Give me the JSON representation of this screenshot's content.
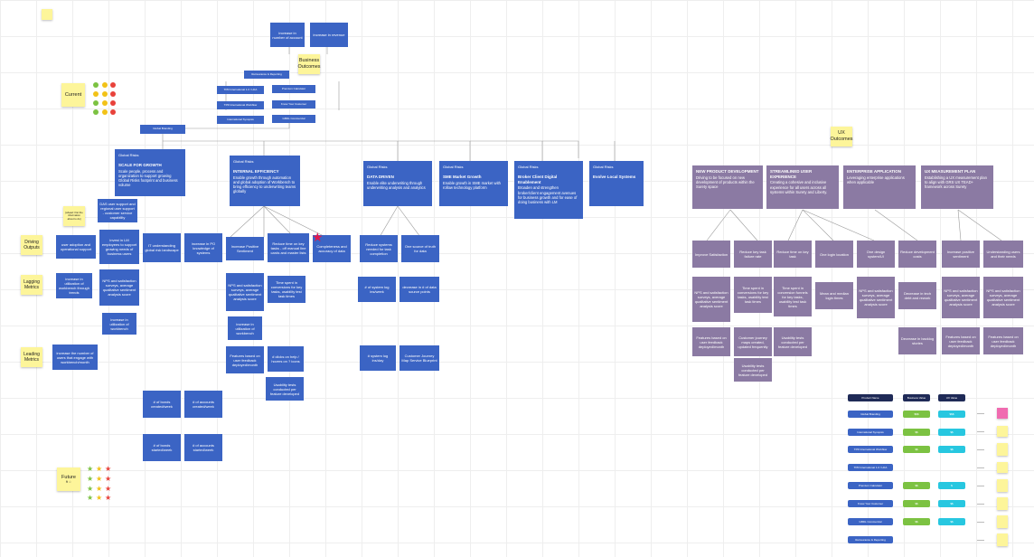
{
  "business": {
    "top": [
      "increase in number of account",
      "increase in revenue"
    ],
    "outcomes_note": "Business Outcomes",
    "products": [
      "Reinsurance & Reporting",
      "TPR International 1.0 / LDA",
      "Premium Calculator",
      "TPR International Workflow",
      "Know Your Customer",
      "International Synopsis",
      "GBDL Commercial"
    ],
    "global_branding": "Global Branding"
  },
  "legend": {
    "current": "Current",
    "future": "Future",
    "future_sub": "ft ☆",
    "colors": {
      "green": "#7cc242",
      "yellow": "#f2c218",
      "red": "#e8423b"
    }
  },
  "rows": {
    "driving": "Driving Outputs",
    "lagging": "Lagging Metrics",
    "leading": "Leading Metrics"
  },
  "pillars": [
    {
      "header": "Global Risks",
      "title": "SCALE FOR GROWTH",
      "desc": "Scale people, process and organization to support growing Global Risks footprint and business volume"
    },
    {
      "header": "Global Risks",
      "title": "INTERNAL EFFICIENCY",
      "desc": "Enable growth through automation and global adoption of Workbench to bring efficiency to underwriting teams globally"
    },
    {
      "header": "Global Risks",
      "title": "DATA DRIVEN",
      "desc": "Enable elite underwriting through underwriting analysis and analytics"
    },
    {
      "header": "Global Risks",
      "title": "SME Market Growth",
      "desc": "Enable growth in SME market with rollow technology platform"
    },
    {
      "header": "Global Risks",
      "title": "Broker Client Digital Enablement",
      "desc": "Broaden and strengthen broker/client engagement avenues for business growth and for ease of doing business with LM"
    },
    {
      "header": "Global Risks",
      "title": "Evolve Local Systems",
      "desc": ""
    }
  ],
  "pillar1": {
    "note": "[ahead: first the information about to do]",
    "dig": "DAS user support and regional user support - customer service capability",
    "outputs": [
      "user adoption and operational support",
      "invest in LM employees to support growing needs of business users"
    ],
    "lagging": [
      "increase in utilization of workbench through trends"
    ],
    "leading": [
      "increase the number of users that engage with workbench/month"
    ]
  },
  "pillar2": {
    "outputs": [
      "IT understanding global risk landscape",
      "increase in PO knowledge of systems",
      "Increase Positive Sentiment",
      "Reduce time on key tasks - off manual line cards and master lists"
    ],
    "lagging": [
      "NPS and satisfaction surveys, average qualitative sentiment analysis score",
      "NPS and satisfaction surveys, average qualitative sentiment analysis score",
      "Time spent in conversions for key tasks, usability test task times",
      "increase in utilization of workbench",
      "increase in utilization of workbench"
    ],
    "leading": [
      "Features based on user feedback deployed/month",
      "# clicks on help / hovers on ? icons",
      "Usability tests conducted per feature developed"
    ],
    "bottom": [
      "# of bonds created/week",
      "# of accounts created/week",
      "# of bonds started/week",
      "# of accounts started/week"
    ]
  },
  "pillar3": {
    "outputs": [
      "Completeness and accuracy of data",
      "Reduce systems needed for task completion",
      "One source of truth for data"
    ],
    "lagging": [
      "# of system log ins/week",
      "decrease in # of data source points"
    ],
    "leading": [
      "# system log ins/day",
      "Customer Journey Map Service Blueprint"
    ]
  },
  "ux": {
    "note": "UX Outcomes",
    "outcomes": [
      {
        "title": "NEW PRODUCT DEVELOPMENT",
        "desc": "Driving to be focused on new development of products within the Surety space"
      },
      {
        "title": "STREAMLINED USER EXPERIENCE",
        "desc": "Creating a cohesive and inclusive experience for all users across all systems within Surety and Liberty."
      },
      {
        "title": "ENTERPRISE APPLICATION",
        "desc": "Leveraging enterprise applications when applicable"
      },
      {
        "title": "UX MEASUREMENT PLAN",
        "desc": "Establishing a UX measurement plan to align with GRS UX TEAD+ framework across Surety"
      }
    ],
    "row1": [
      "Improve Satisfaction",
      "Reduce key task failure rate",
      "Reduce time on key task",
      "One login location",
      "One design system/UI",
      "Reduce development costs",
      "Increase positive sentiment",
      "Understanding users and their needs"
    ],
    "row2": [
      "NPS and satisfaction surveys, average qualitative sentiment analysis score",
      "Time spent in conversions for key tasks, usability test task times",
      "Time spent in conversion funnels for key tasks, usability test task times",
      "Mean and median login times",
      "NPS and satisfaction surveys, average qualitative sentiment analysis score",
      "Decrease in tech debt and rework",
      "NPS and satisfaction surveys, average qualitative sentiment analysis score",
      "NPS and satisfaction surveys, average qualitative sentiment analysis score"
    ],
    "row3": [
      "Features based on user feedback deployed/month",
      "Customer journey maps created, updated frequently",
      "Usability tests conducted per feature developed",
      "Decrease in backlog stories",
      "Features based on user feedback deployed/month",
      "Features based on user feedback deployed/month"
    ],
    "row4": [
      "Usability tests conducted per feature developed"
    ]
  },
  "table": {
    "headers": [
      "Product Name",
      "Business Value",
      "UX Value"
    ],
    "rows": [
      {
        "name": "Global Branding",
        "bv": "$$$",
        "ux": "$$$"
      },
      {
        "name": "International Synopsis",
        "bv": "$$",
        "ux": "$$"
      },
      {
        "name": "TPR International Workflow",
        "bv": "$$",
        "ux": "$$"
      },
      {
        "name": "TPR International 1.0 / LDA",
        "bv": "",
        "ux": ""
      },
      {
        "name": "Premium Calculator",
        "bv": "$$",
        "ux": "$"
      },
      {
        "name": "Know Your Customer",
        "bv": "$$",
        "ux": "$$"
      },
      {
        "name": "GBDL Commercial",
        "bv": "$$",
        "ux": "$$"
      },
      {
        "name": "Reinsurance & Reporting",
        "bv": "",
        "ux": ""
      }
    ],
    "colors": {
      "navy": "#1f2a57",
      "blue": "#3b64c4",
      "green": "#7cc242",
      "cyan": "#27c7e0"
    }
  }
}
